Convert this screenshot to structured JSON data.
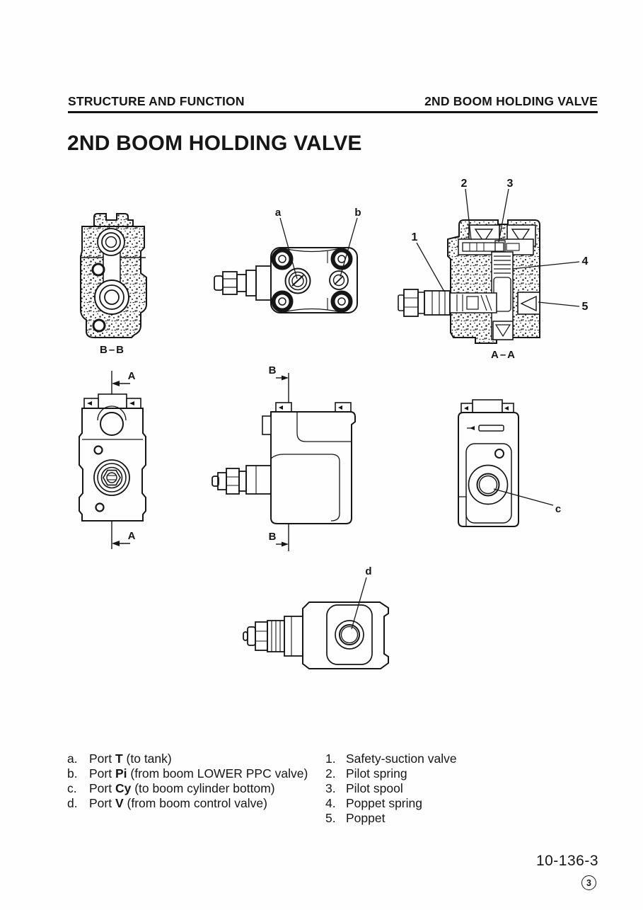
{
  "header": {
    "section": "STRUCTURE AND FUNCTION",
    "topic": "2ND BOOM HOLDING VALVE"
  },
  "title": "2ND BOOM HOLDING VALVE",
  "diagram_labels": {
    "section_bb": "B–B",
    "section_aa": "A–A",
    "marker_a": "A",
    "marker_b": "B",
    "port_a": "a",
    "port_b": "b",
    "port_c": "c",
    "port_d": "d",
    "callout_1": "1",
    "callout_2": "2",
    "callout_3": "3",
    "callout_4": "4",
    "callout_5": "5"
  },
  "legend_ports": [
    {
      "key": "a.",
      "pre": "Port ",
      "name": "T",
      "post": " (to tank)"
    },
    {
      "key": "b.",
      "pre": "Port ",
      "name": "Pi",
      "post": " (from boom LOWER PPC valve)"
    },
    {
      "key": "c.",
      "pre": "Port ",
      "name": "Cy",
      "post": " (to boom cylinder bottom)"
    },
    {
      "key": "d.",
      "pre": "Port ",
      "name": "V",
      "post": " (from boom control valve)"
    }
  ],
  "legend_parts": [
    {
      "key": "1.",
      "text": "Safety-suction valve"
    },
    {
      "key": "2.",
      "text": "Pilot spring"
    },
    {
      "key": "3.",
      "text": "Pilot spool"
    },
    {
      "key": "4.",
      "text": "Poppet spring"
    },
    {
      "key": "5.",
      "text": "Poppet"
    }
  ],
  "footer": {
    "page_number": "10-136-3",
    "sheet_number": "3"
  },
  "colors": {
    "ink": "#161616",
    "paper": "#fefefe"
  }
}
